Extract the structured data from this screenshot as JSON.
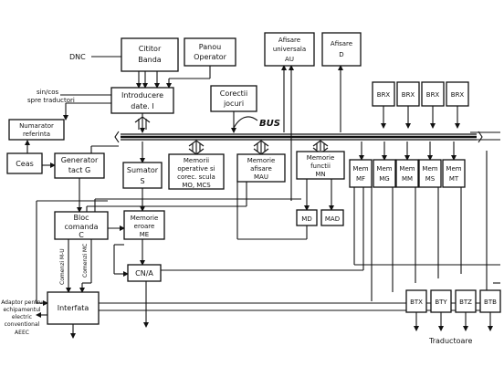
{
  "labels": {
    "dnc": "DNC",
    "sincos": "sin/cos",
    "spre_traductori": "spre traductori",
    "bus": "BUS",
    "traductoare": "Traductoare",
    "comenzi_mu": "Comenzi M-U",
    "comenzi_mc": "Comenzi MC"
  },
  "blocks": {
    "cititor": [
      "Cititor",
      "Banda"
    ],
    "panou": [
      "Panou",
      "Operator"
    ],
    "afisare_au": [
      "Afisare",
      "universala",
      "AU"
    ],
    "afisare_d": [
      "Afisare",
      "D"
    ],
    "introducere": [
      "Introducere",
      "date. I"
    ],
    "corectii": [
      "Corectii",
      "jocuri"
    ],
    "numarator": [
      "Numarator",
      "referinta"
    ],
    "ceas": [
      "Ceas"
    ],
    "generator": [
      "Generator",
      "tact G"
    ],
    "sumator": [
      "Sumator",
      "S"
    ],
    "memorii_op": [
      "Memorii",
      "operative si",
      "corec. scula",
      "MO, MCS"
    ],
    "memorie_afisare": [
      "Memorie",
      "afisare",
      "MAU"
    ],
    "memorie_functii": [
      "Memorie",
      "functii",
      "MN"
    ],
    "bloc_comanda": [
      "Bloc",
      "comanda",
      "C"
    ],
    "memorie_eroare": [
      "Memorie",
      "eroare",
      "ME"
    ],
    "md": [
      "MD"
    ],
    "mad": [
      "MAD"
    ],
    "cna": [
      "CN/A"
    ],
    "interfata": [
      "Interfata"
    ],
    "brx1": [
      "BRX"
    ],
    "brx2": [
      "BRX"
    ],
    "brx3": [
      "BRX"
    ],
    "brx4": [
      "BRX"
    ],
    "mf": [
      "Mem",
      "MF"
    ],
    "mg": [
      "Mem",
      "MG"
    ],
    "mm": [
      "Mem",
      "MM"
    ],
    "ms": [
      "Mem",
      "MS"
    ],
    "mt": [
      "Mem",
      "MT"
    ],
    "btx": [
      "BTX"
    ],
    "bty": [
      "BTY"
    ],
    "btz": [
      "BTZ"
    ],
    "btb": [
      "BTB"
    ]
  },
  "adaptor": [
    "Adaptor pentru",
    "echipamentul",
    "electric",
    "conventional",
    "AEEC"
  ]
}
